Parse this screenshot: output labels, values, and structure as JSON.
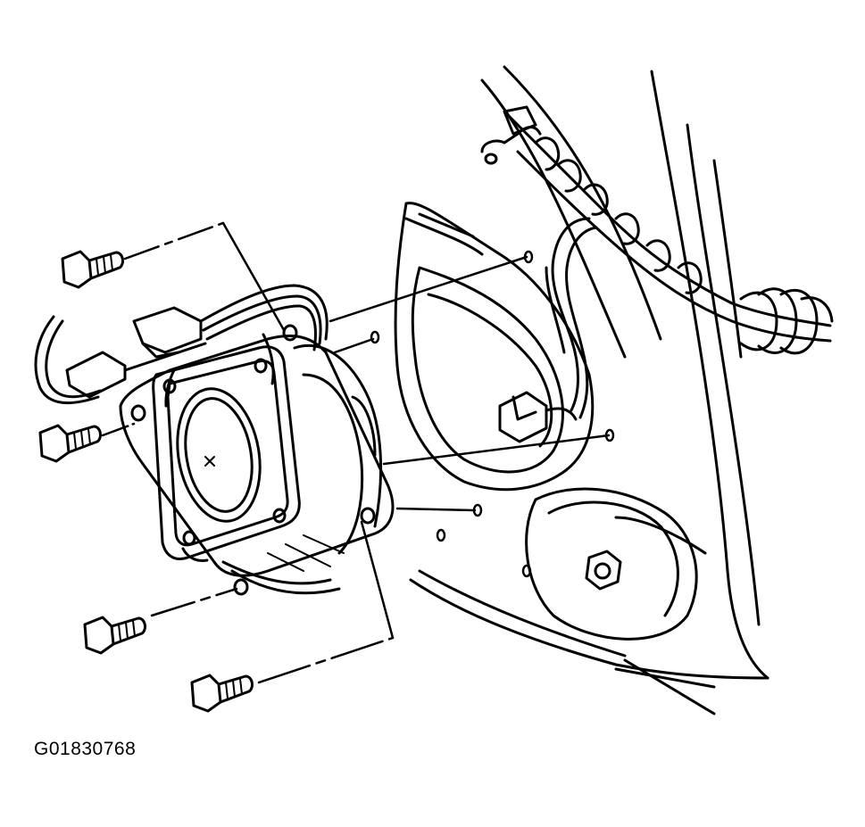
{
  "figure": {
    "caption": "G01830768"
  },
  "colors": {
    "line": "#000000",
    "background": "#ffffff"
  },
  "parts": [
    "speaker-assembly",
    "speaker-bracket",
    "door-inner-panel",
    "wiring-harness",
    "electrical-connector",
    "mounting-screw"
  ]
}
